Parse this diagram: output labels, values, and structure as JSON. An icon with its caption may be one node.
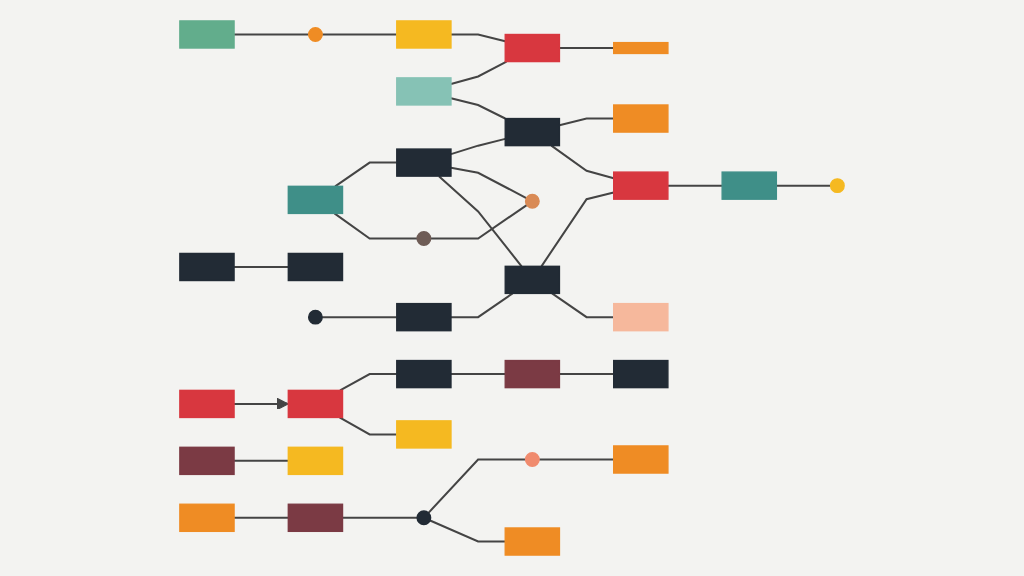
{
  "diagram": {
    "nodes": [
      {
        "text": [],
        "shape": "box"
      },
      {
        "text": [],
        "shape": "circle"
      },
      {
        "text": [],
        "shape": "box"
      },
      {
        "text": [],
        "shape": "box"
      },
      {
        "text": [],
        "shape": "box"
      },
      {
        "text": [],
        "shape": "bar"
      },
      {
        "text": [],
        "shape": "box"
      },
      {
        "text": [],
        "shape": "box"
      },
      {
        "text": [],
        "shape": "box"
      },
      {
        "text": [],
        "shape": "box"
      },
      {
        "text": [],
        "shape": "circle"
      },
      {
        "text": [],
        "shape": "circle"
      },
      {
        "text": [],
        "shape": "box"
      },
      {
        "text": [],
        "shape": "box"
      },
      {
        "text": [],
        "shape": "circle"
      },
      {
        "text": [],
        "shape": "box"
      },
      {
        "text": [],
        "shape": "box"
      },
      {
        "text": [],
        "shape": "box"
      },
      {
        "text": [],
        "shape": "box"
      },
      {
        "text": [],
        "shape": "circle"
      },
      {
        "text": [],
        "shape": "box"
      },
      {
        "text": [],
        "shape": "box"
      },
      {
        "text": [],
        "shape": "box"
      },
      {
        "text": [],
        "shape": "box"
      },
      {
        "text": [],
        "shape": "box"
      },
      {
        "text": [],
        "shape": "box"
      },
      {
        "text": [],
        "shape": "box"
      },
      {
        "text": [],
        "shape": "box"
      },
      {
        "text": [],
        "shape": "box"
      },
      {
        "text": [],
        "shape": "box"
      },
      {
        "text": [],
        "shape": "circle"
      },
      {
        "text": [],
        "shape": "circle"
      },
      {
        "text": [],
        "shape": "box"
      },
      {
        "text": [],
        "shape": "box"
      },
      {
        "text": [],
        "shape": "box"
      }
    ],
    "edges": [
      {
        "from": 0,
        "to": 1,
        "arrow": "none"
      },
      {
        "from": 1,
        "to": 2,
        "arrow": "none"
      },
      {
        "from": 3,
        "to": 4,
        "arrow": "none"
      },
      {
        "from": 2,
        "to": 4,
        "arrow": "none"
      },
      {
        "from": 4,
        "to": 5,
        "arrow": "none"
      },
      {
        "from": 3,
        "to": 8,
        "arrow": "none"
      },
      {
        "from": 6,
        "to": 7,
        "arrow": "none"
      },
      {
        "from": 7,
        "to": 8,
        "arrow": "none"
      },
      {
        "from": 8,
        "to": 9,
        "arrow": "none"
      },
      {
        "from": 6,
        "to": 10,
        "arrow": "none"
      },
      {
        "from": 10,
        "to": 11,
        "arrow": "none"
      },
      {
        "from": 7,
        "to": 11,
        "arrow": "none"
      },
      {
        "from": 7,
        "to": 16,
        "arrow": "none"
      },
      {
        "from": 8,
        "to": 17,
        "arrow": "none"
      },
      {
        "from": 12,
        "to": 13,
        "arrow": "none"
      },
      {
        "from": 14,
        "to": 15,
        "arrow": "none"
      },
      {
        "from": 15,
        "to": 16,
        "arrow": "none"
      },
      {
        "from": 16,
        "to": 17,
        "arrow": "none"
      },
      {
        "from": 17,
        "to": 18,
        "arrow": "none"
      },
      {
        "from": 18,
        "to": 19,
        "arrow": "none"
      },
      {
        "from": 20,
        "to": 21,
        "arrow": "to"
      },
      {
        "from": 21,
        "to": 22,
        "arrow": "none"
      },
      {
        "from": 22,
        "to": 23,
        "arrow": "none"
      },
      {
        "from": 23,
        "to": 24,
        "arrow": "none"
      },
      {
        "from": 21,
        "to": 25,
        "arrow": "none"
      },
      {
        "from": 26,
        "to": 27,
        "arrow": "none"
      },
      {
        "from": 28,
        "to": 29,
        "arrow": "none"
      },
      {
        "from": 29,
        "to": 30,
        "arrow": "none"
      },
      {
        "from": 30,
        "to": 31,
        "arrow": "none"
      },
      {
        "from": 31,
        "to": 32,
        "arrow": "none"
      },
      {
        "from": 16,
        "to": 33,
        "arrow": "none"
      },
      {
        "from": 30,
        "to": 34,
        "arrow": "none"
      }
    ]
  }
}
